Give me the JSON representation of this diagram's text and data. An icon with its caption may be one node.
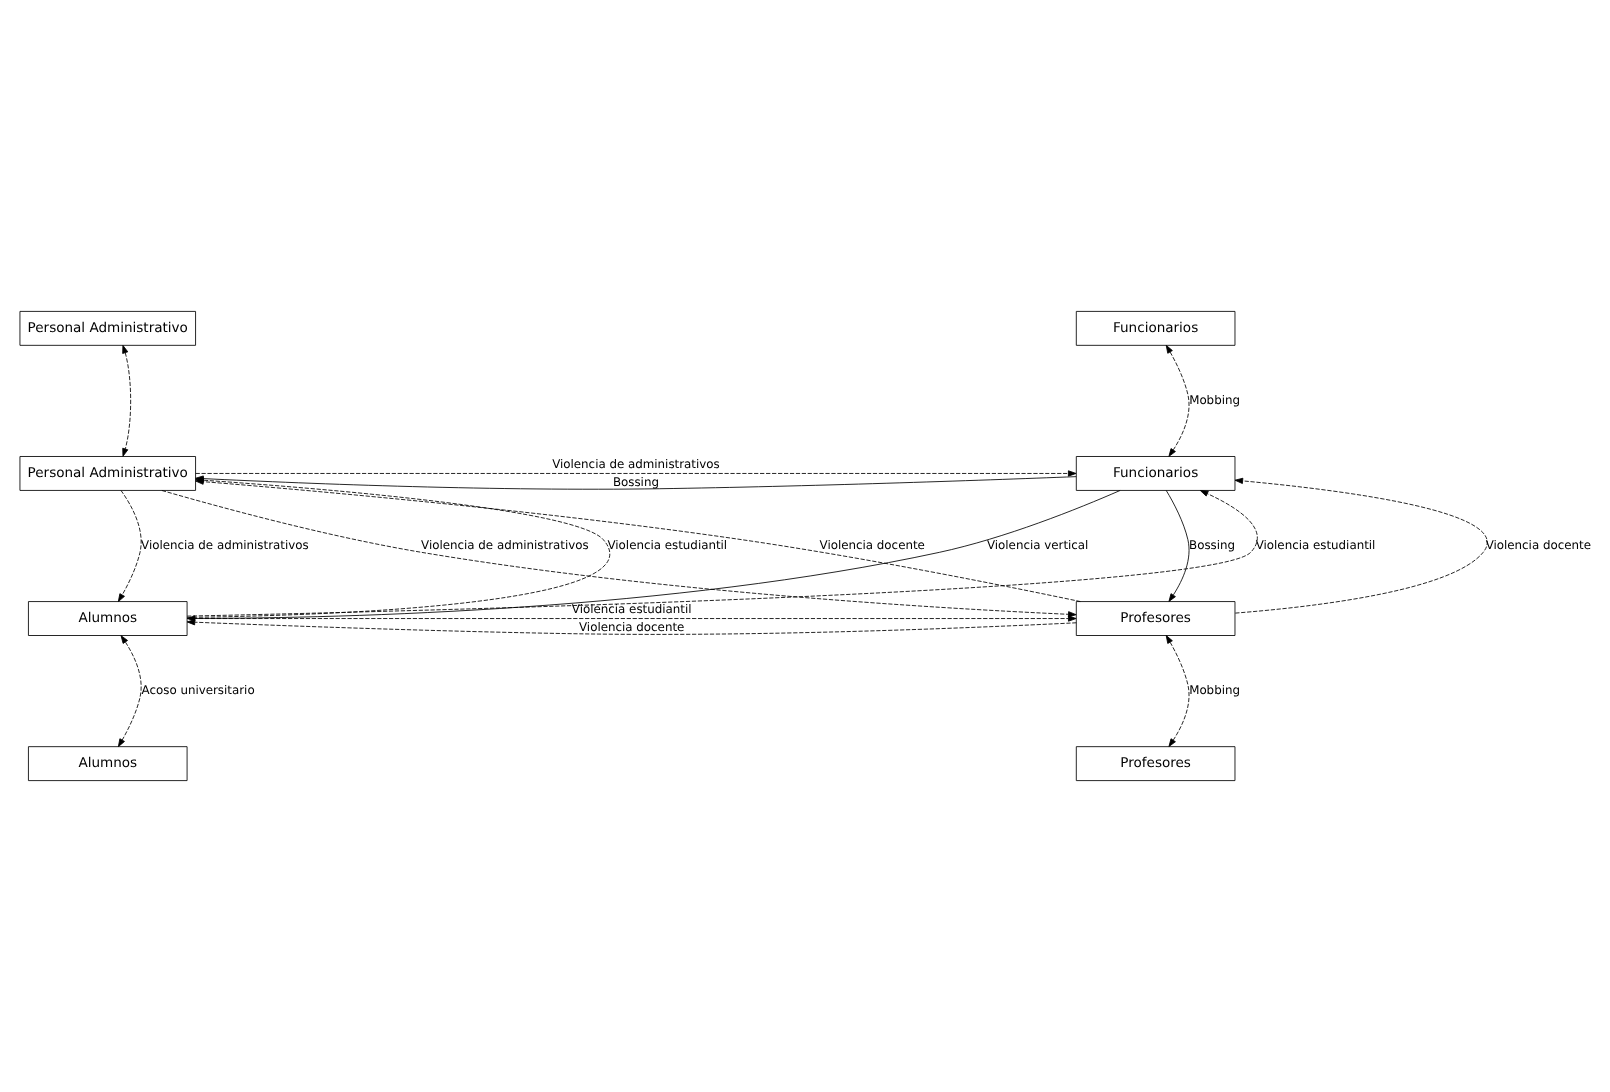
{
  "diagram": {
    "nodes": [
      {
        "text": [
          "Personal Administrativo"
        ]
      },
      {
        "text": [
          "Funcionarios"
        ]
      },
      {
        "text": [
          "Personal Administrativo"
        ]
      },
      {
        "text": [
          "Funcionarios"
        ]
      },
      {
        "text": [
          "Alumnos"
        ]
      },
      {
        "text": [
          "Profesores"
        ]
      },
      {
        "text": [
          "Alumnos"
        ]
      },
      {
        "text": [
          "Profesores"
        ]
      }
    ],
    "edges": [
      {
        "from": 0,
        "to": 2,
        "arrow": "both",
        "style": "dashed"
      },
      {
        "from": 1,
        "to": 3,
        "arrow": "both",
        "style": "dashed",
        "label": "Mobbing"
      },
      {
        "from": 3,
        "to": 2,
        "arrow": "to",
        "label": "Bossing"
      },
      {
        "from": 2,
        "to": 3,
        "arrow": "to",
        "style": "dashed",
        "label": "Violencia de administrativos"
      },
      {
        "from": 2,
        "to": 4,
        "arrow": "to",
        "style": "dashed",
        "label": "Violencia de administrativos"
      },
      {
        "from": 4,
        "to": 2,
        "arrow": "to",
        "style": "dashed",
        "label": "Violencia estudiantil"
      },
      {
        "from": 3,
        "to": 5,
        "arrow": "to",
        "label": "Bossing"
      },
      {
        "from": 5,
        "to": 3,
        "arrow": "to",
        "style": "dashed",
        "label": "Violencia docente"
      },
      {
        "from": 5,
        "to": 2,
        "arrow": "to",
        "style": "dashed",
        "label": "Violencia docente"
      },
      {
        "from": 4,
        "to": 3,
        "arrow": "to",
        "style": "dashed",
        "label": "Violencia estudiantil"
      },
      {
        "from": 3,
        "to": 4,
        "arrow": "to",
        "label": "Violencia vertical"
      },
      {
        "from": 2,
        "to": 5,
        "arrow": "to",
        "style": "dashed",
        "label": "Violencia de administrativos"
      },
      {
        "from": 5,
        "to": 4,
        "arrow": "to",
        "style": "dashed",
        "label": "Violencia docente"
      },
      {
        "from": 4,
        "to": 5,
        "arrow": "to",
        "style": "dashed",
        "label": "Violencia estudiantil"
      },
      {
        "from": 4,
        "to": 6,
        "arrow": "both",
        "style": "dashed",
        "label": "Acoso universitario"
      },
      {
        "from": 5,
        "to": 7,
        "arrow": "both",
        "style": "dashed",
        "label": "Mobbing"
      }
    ]
  }
}
